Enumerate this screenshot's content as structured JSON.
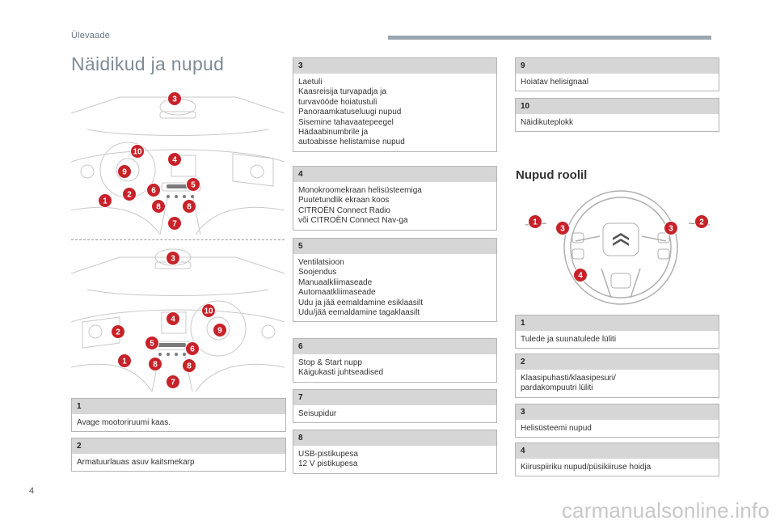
{
  "header": {
    "section": "Ülevaade"
  },
  "page": {
    "title": "Näidikud ja nupud",
    "number": "4"
  },
  "left_boxes": [
    {
      "num": "1",
      "lines": [
        "Avage mootoriruumi kaas."
      ]
    },
    {
      "num": "2",
      "lines": [
        "Armatuurlauas asuv kaitsmekarp"
      ]
    }
  ],
  "mid_boxes": [
    {
      "num": "3",
      "lines": [
        "Laetuli",
        "Kaasreisija turvapadja ja",
        "turvavööde hoiatustuli",
        "Panoraamkatuseluugi nupud",
        "Sisemine tahavaatepeegel",
        "Hädaabinumbrile ja",
        "autoabisse helistamise nupud"
      ]
    },
    {
      "num": "4",
      "lines": [
        "Monokroomekraan helisüsteemiga",
        "Puutetundlik ekraan koos",
        "CITROËN Connect Radio",
        "või CITROËN Connect Nav-ga"
      ]
    },
    {
      "num": "5",
      "lines": [
        "Ventilatsioon",
        "Soojendus",
        "Manuaalkliimaseade",
        "Automaatkliimaseade",
        "Udu ja jää eemaldamine esiklaasilt",
        "Udu/jää eemaldamine tagaklaasilt"
      ]
    },
    {
      "num": "6",
      "lines": [
        "Stop & Start nupp",
        "Käigukasti juhtseadised"
      ]
    },
    {
      "num": "7",
      "lines": [
        "Seisupidur"
      ]
    },
    {
      "num": "8",
      "lines": [
        "USB-pistikupesa",
        "12 V pistikupesa"
      ]
    }
  ],
  "right_boxes": [
    {
      "num": "9",
      "lines": [
        "Hoiatav helisignaal"
      ]
    },
    {
      "num": "10",
      "lines": [
        "Näidikuteplokk"
      ]
    }
  ],
  "wheel": {
    "title": "Nupud roolil",
    "boxes": [
      {
        "num": "1",
        "lines": [
          "Tulede ja suunatulede lüliti"
        ]
      },
      {
        "num": "2",
        "lines": [
          "Klaasipuhasti/klaasipesuri/",
          "pardakompuutri lüliti"
        ]
      },
      {
        "num": "3",
        "lines": [
          "Helisüsteemi nupud"
        ]
      },
      {
        "num": "4",
        "lines": [
          "Kiiruspiiriku nupud/püsikiiruse hoidja"
        ]
      }
    ]
  },
  "callouts": {
    "lhd": [
      "3",
      "10",
      "4",
      "9",
      "5",
      "6",
      "2",
      "1",
      "8",
      "8",
      "7"
    ],
    "rhd": [
      "3",
      "4",
      "10",
      "9",
      "2",
      "5",
      "6",
      "1",
      "8",
      "8",
      "7"
    ],
    "wheel": [
      "1",
      "3",
      "3",
      "2",
      "4"
    ]
  },
  "footer": {
    "watermark": "carmanualsonline.info"
  },
  "colors": {
    "accent": "#c72229",
    "box_header": "#d6d6d6",
    "title": "#7f8b94"
  }
}
